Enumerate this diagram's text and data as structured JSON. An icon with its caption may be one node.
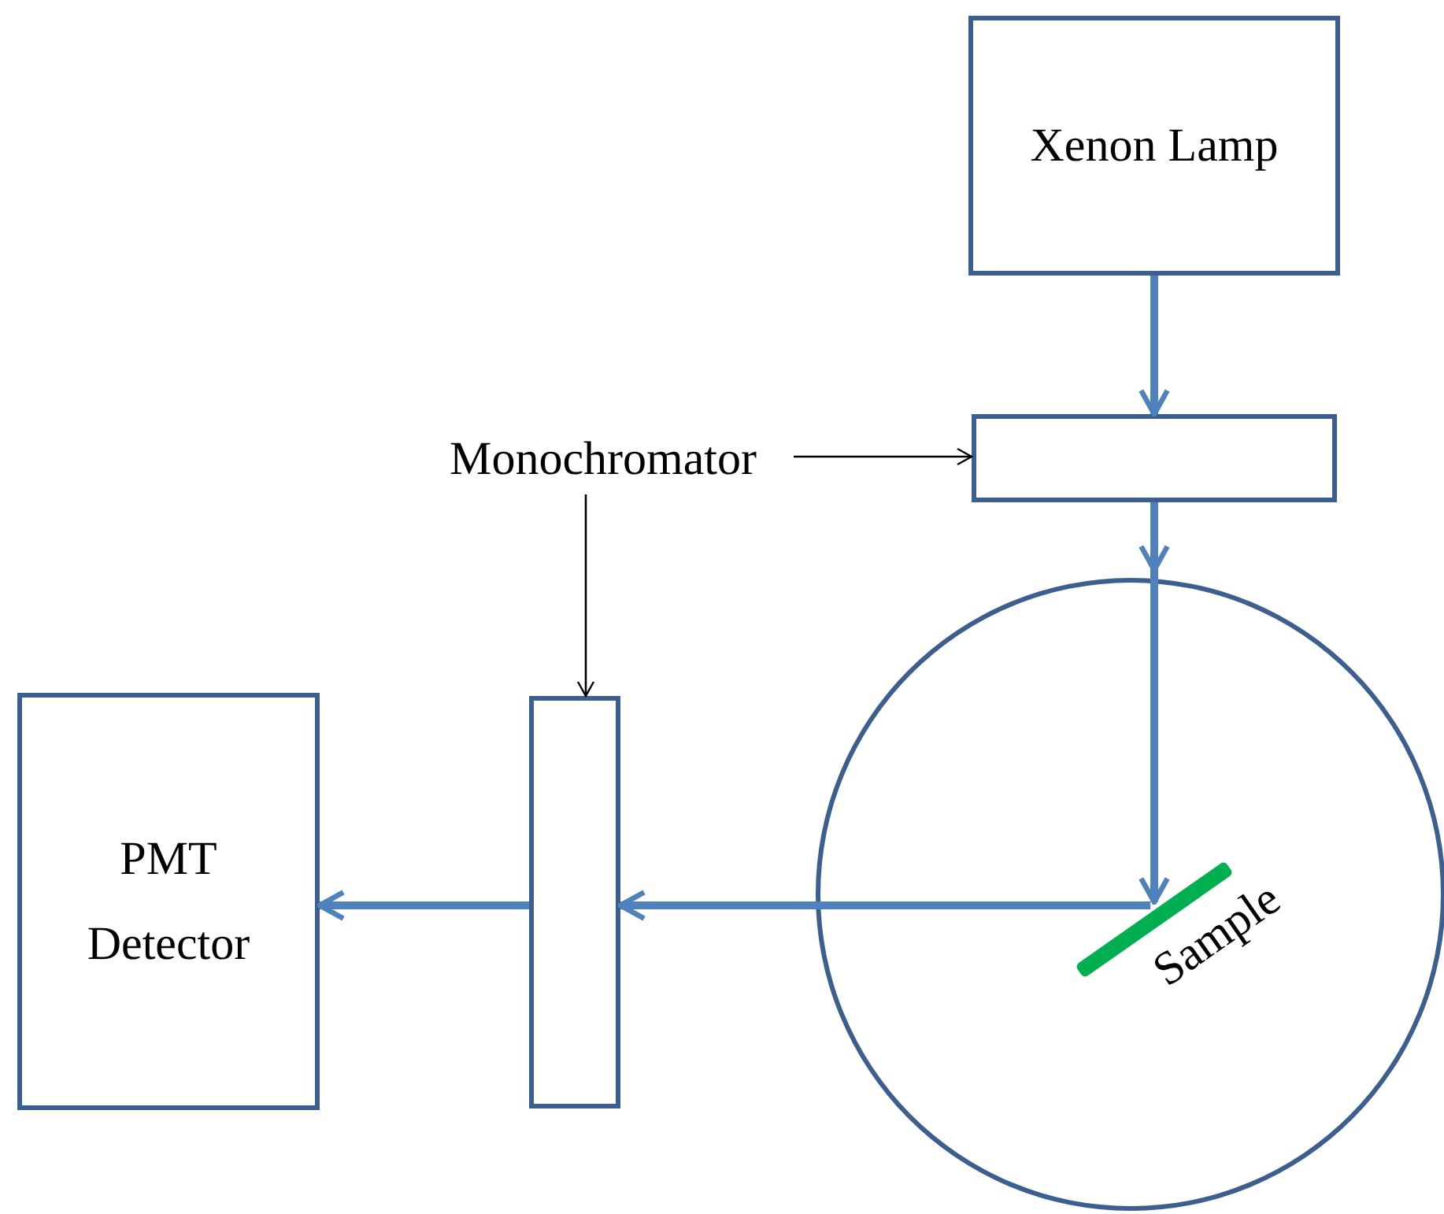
{
  "diagram": {
    "nodes": [
      {
        "text": [
          "Xenon Lamp"
        ]
      },
      {
        "text": [],
        "shape": "box"
      },
      {
        "text": [
          "Monochromator"
        ]
      },
      {
        "text": [],
        "shape": "circle"
      },
      {
        "text": [
          "Sample"
        ],
        "in": 3
      },
      {
        "text": [],
        "shape": "box"
      },
      {
        "text": [
          "PMT Detector"
        ]
      }
    ],
    "edges": [
      {
        "from": 0,
        "to": 1,
        "arrow": "to"
      },
      {
        "from": 1,
        "to": 4,
        "arrow": "to"
      },
      {
        "from": 4,
        "to": 5,
        "arrow": "to"
      },
      {
        "from": 5,
        "to": 6,
        "arrow": "to"
      },
      {
        "from": 2,
        "to": 1,
        "arrow": "to",
        "color": "#000000"
      },
      {
        "from": 2,
        "to": 5,
        "arrow": "to",
        "color": "#000000"
      }
    ]
  }
}
